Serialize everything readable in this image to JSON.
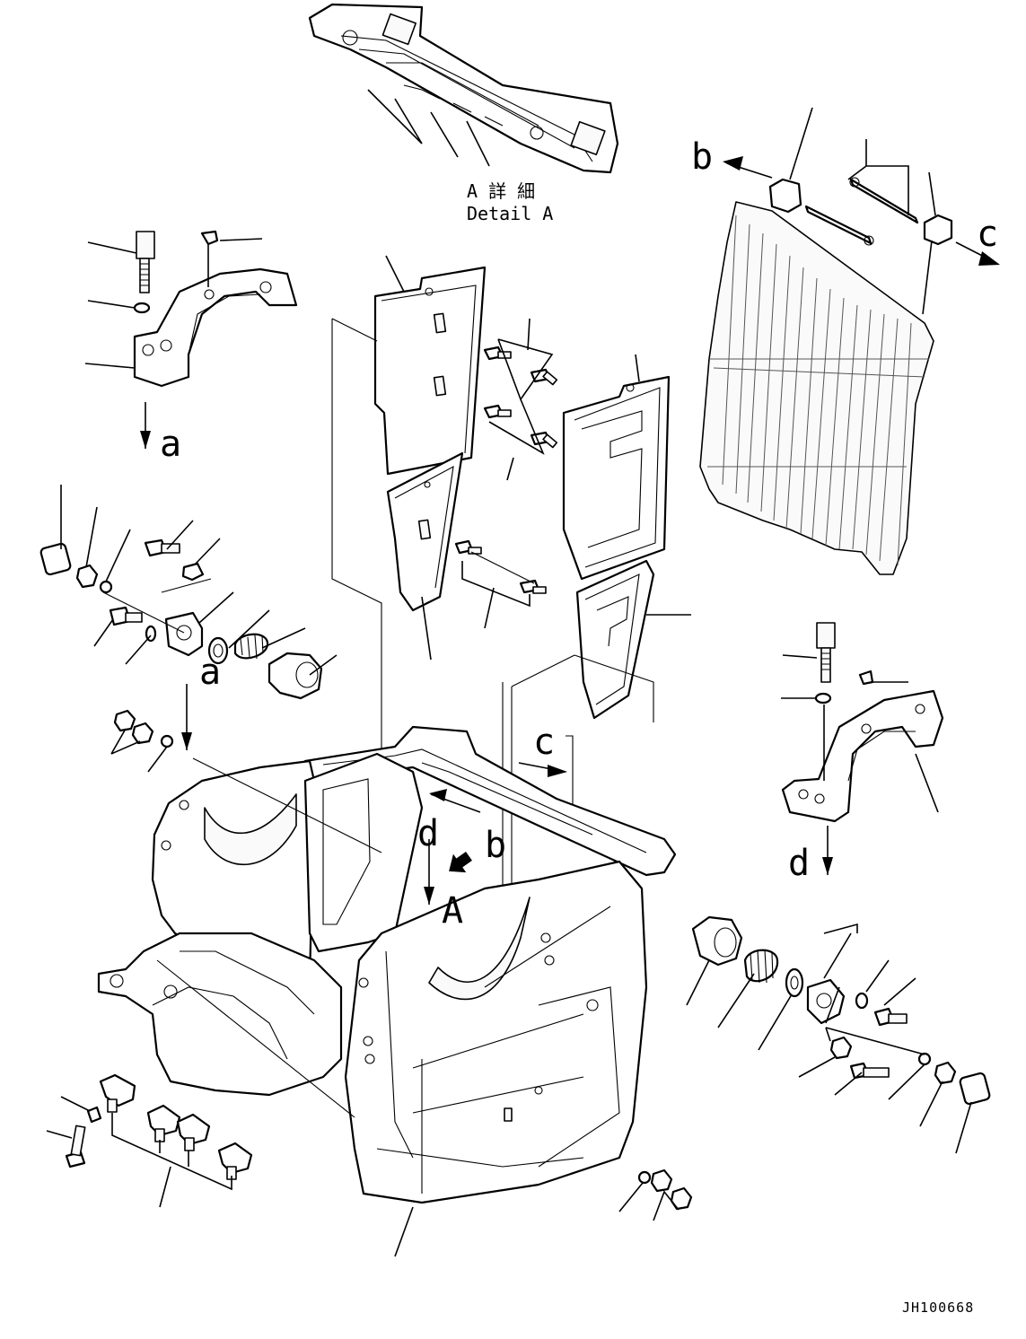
{
  "detail_caption": {
    "japanese": "A 詳 細",
    "english": "Detail A"
  },
  "view_labels": {
    "a_upper": "a",
    "a_mid": "a",
    "b_upper": "b",
    "b_mid": "b",
    "c_upper": "c",
    "c_mid": "c",
    "d_mid": "d",
    "d_right": "d",
    "A_view": "A"
  },
  "drawing_code": "JH100668"
}
